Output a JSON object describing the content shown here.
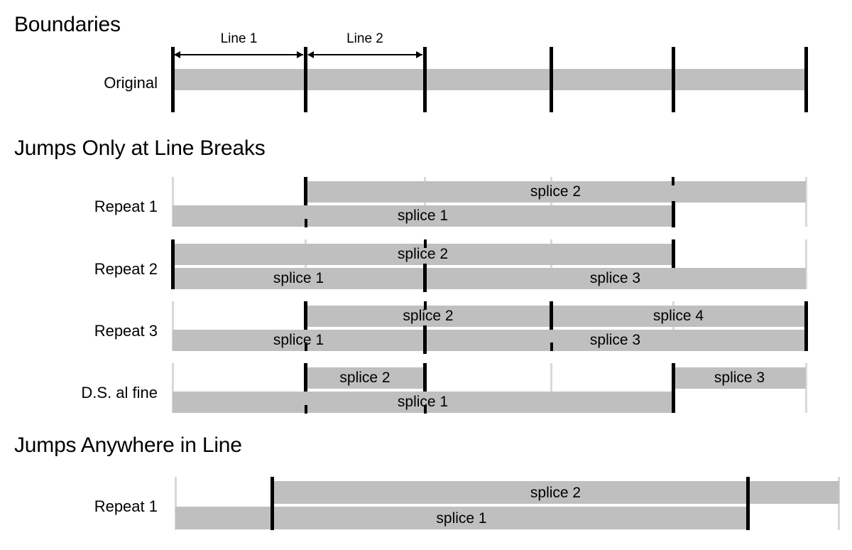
{
  "sections": [
    {
      "id": "boundaries",
      "title": "Boundaries",
      "rows": [
        {
          "label": "Original"
        }
      ],
      "spans": [
        {
          "label": "Line 1"
        },
        {
          "label": "Line 2"
        }
      ]
    },
    {
      "id": "jumps-line-breaks",
      "title": "Jumps Only at Line Breaks",
      "rows": [
        {
          "label": "Repeat 1",
          "upper": [
            {
              "label": "splice 2"
            }
          ],
          "lower": [
            {
              "label": "splice 1"
            }
          ]
        },
        {
          "label": "Repeat 2",
          "upper": [
            {
              "label": "splice 2"
            }
          ],
          "lower": [
            {
              "label": "splice 1"
            },
            {
              "label": "splice 3"
            }
          ]
        },
        {
          "label": "Repeat 3",
          "upper": [
            {
              "label": "splice 2"
            },
            {
              "label": "splice 4"
            }
          ],
          "lower": [
            {
              "label": "splice 1"
            },
            {
              "label": "splice 3"
            }
          ]
        },
        {
          "label": "D.S. al fine",
          "upper": [
            {
              "label": "splice 2"
            },
            {
              "label": "splice 3"
            }
          ],
          "lower": [
            {
              "label": "splice 1"
            }
          ]
        }
      ]
    },
    {
      "id": "jumps-anywhere",
      "title": "Jumps Anywhere in Line",
      "rows": [
        {
          "label": "Repeat 1",
          "upper": [
            {
              "label": "splice 2"
            }
          ],
          "lower": [
            {
              "label": "splice 1"
            }
          ]
        }
      ]
    }
  ],
  "colors": {
    "bar": "#bfbfbf",
    "gridline": "#d9d9d9",
    "tick": "#000000",
    "text": "#000000",
    "background": "#ffffff"
  }
}
